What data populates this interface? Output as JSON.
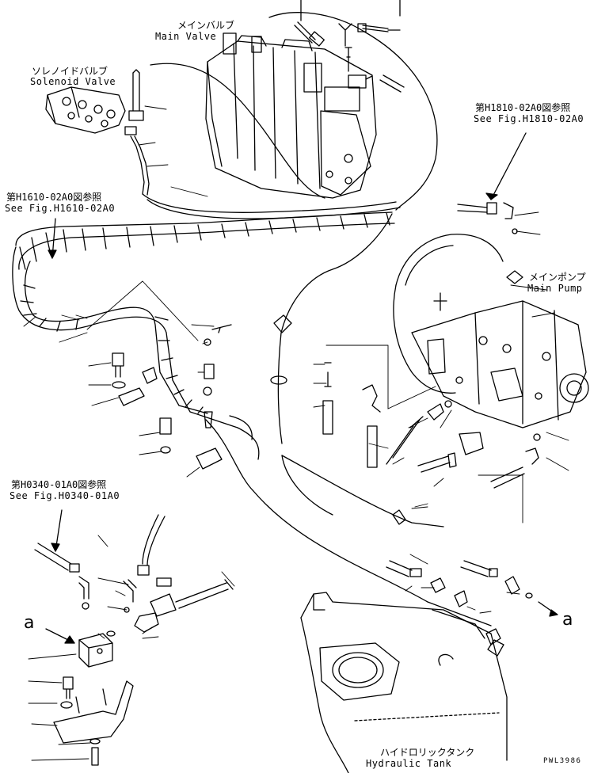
{
  "labels": {
    "main_valve_jp": "メインバルブ",
    "main_valve_en": "Main Valve",
    "solenoid_valve_jp": "ソレノイドバルブ",
    "solenoid_valve_en": "Solenoid Valve",
    "ref_h1810_jp": "第H1810-02A0図参照",
    "ref_h1810_en": "See Fig.H1810-02A0",
    "ref_h1610_jp": "第H1610-02A0図参照",
    "ref_h1610_en": "See Fig.H1610-02A0",
    "main_pump_jp": "メインポンプ",
    "main_pump_en": "Main Pump",
    "ref_h0340_jp": "第H0340-01A0図参照",
    "ref_h0340_en": "See Fig.H0340-01A0",
    "marker_a": "a",
    "hydraulic_tank_jp": "ハイドロリックタンク",
    "hydraulic_tank_en": "Hydraulic Tank",
    "drawing_code": "PWL3986"
  }
}
